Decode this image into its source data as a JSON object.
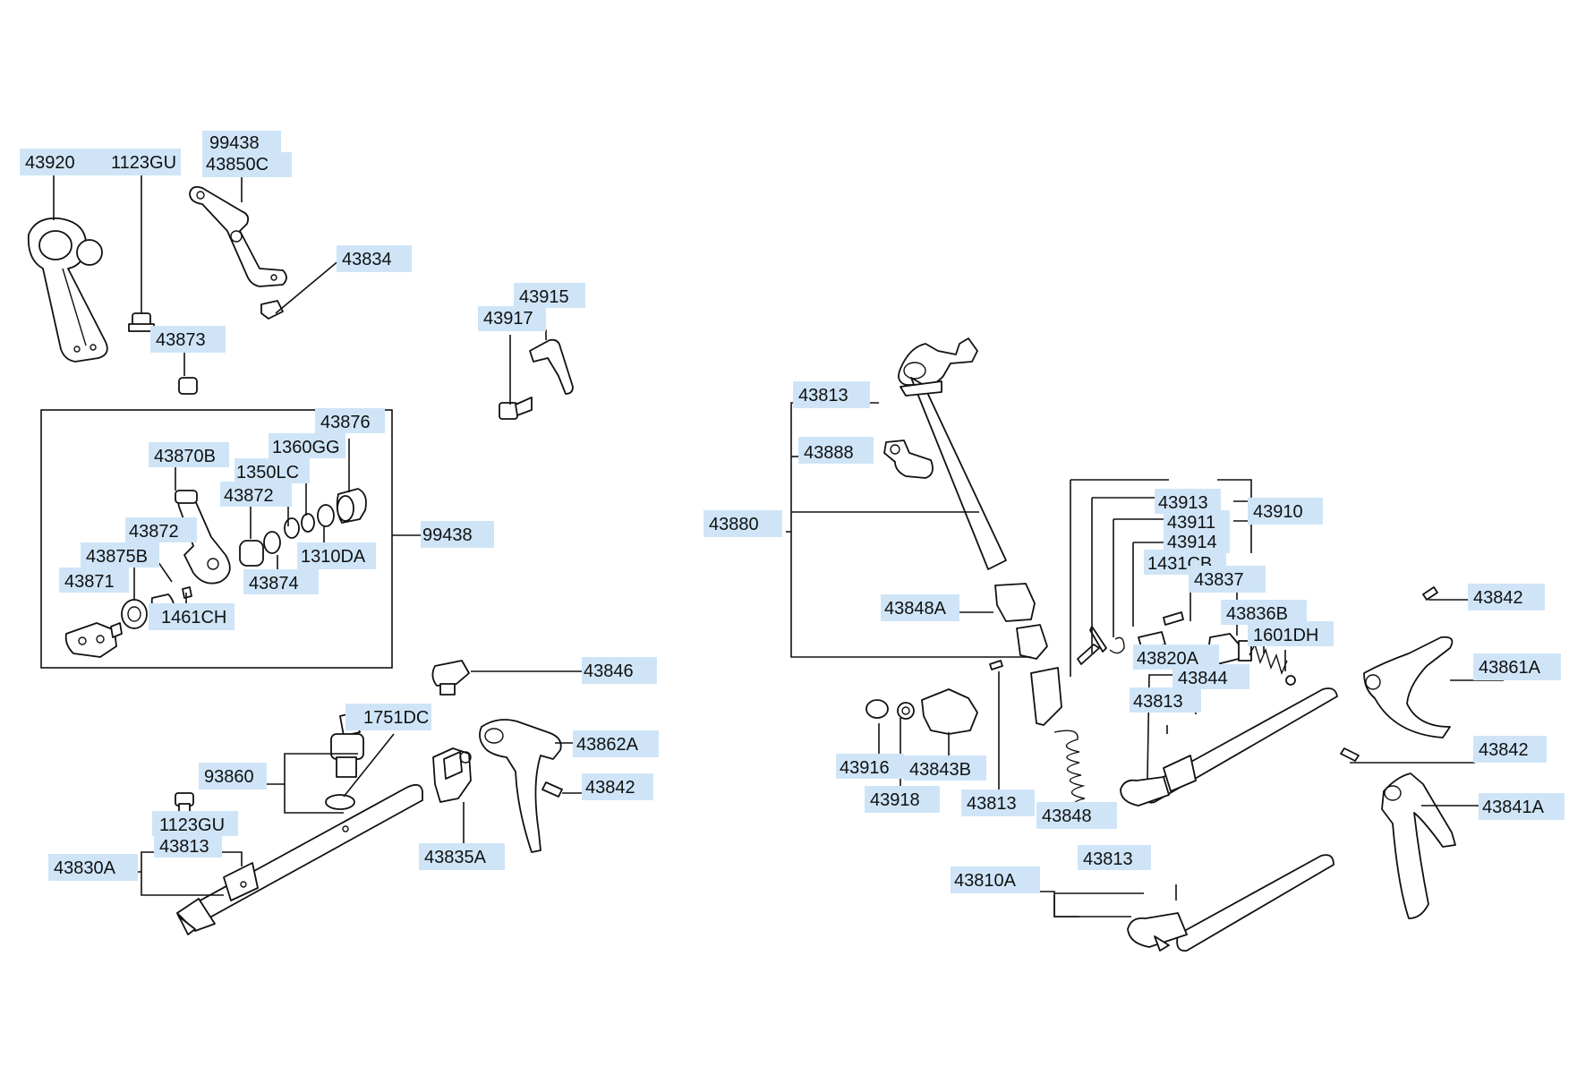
{
  "colors": {
    "label_highlight": "#cfe5f7",
    "line": "#111111",
    "background": "#ffffff"
  },
  "labels": {
    "p43920": "43920",
    "p1123GU_a": "1123GU",
    "p99438_a": "99438",
    "p43850C": "43850C",
    "p43834": "43834",
    "p43873": "43873",
    "p43915": "43915",
    "p43917": "43917",
    "p43876": "43876",
    "p1360GG": "1360GG",
    "p43870B": "43870B",
    "p1350LC": "1350LC",
    "p43872_a": "43872",
    "p43872_b": "43872",
    "p99438_b": "99438",
    "p1310DA": "1310DA",
    "p43875B": "43875B",
    "p43871": "43871",
    "p43874": "43874",
    "p1461CH": "1461CH",
    "p43846": "43846",
    "p1751DC": "1751DC",
    "p43862A": "43862A",
    "p93860": "93860",
    "p43842_a": "43842",
    "p1123GU_b": "1123GU",
    "p43813_a": "43813",
    "p43830A": "43830A",
    "p43835A": "43835A",
    "p43813_b": "43813",
    "p43888": "43888",
    "p43880": "43880",
    "p43913": "43913",
    "p43910": "43910",
    "p43911": "43911",
    "p43914": "43914",
    "p1431CB": "1431CB",
    "p43837": "43837",
    "p43842_b": "43842",
    "p43848A": "43848A",
    "p43836B": "43836B",
    "p1601DH": "1601DH",
    "p43820A": "43820A",
    "p43861A": "43861A",
    "p43844": "43844",
    "p43813_c": "43813",
    "p43916": "43916",
    "p43843B": "43843B",
    "p43842_c": "43842",
    "p43918": "43918",
    "p43813_d": "43813",
    "p43848": "43848",
    "p43841A": "43841A",
    "p43813_e": "43813",
    "p43810A": "43810A"
  }
}
